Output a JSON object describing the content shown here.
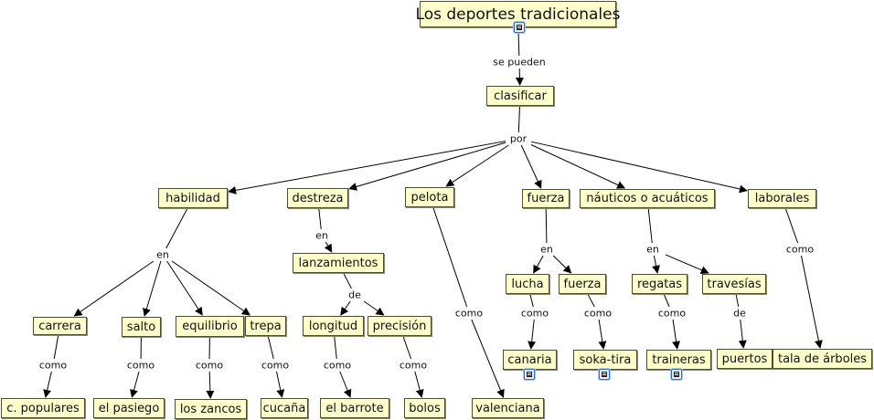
{
  "title": "Los deportes tradicionales",
  "nodes": {
    "root": "Los deportes tradicionales",
    "clasificar": "clasificar",
    "habilidad": "habilidad",
    "destreza": "destreza",
    "pelota": "pelota",
    "fuerza": "fuerza",
    "nauticos": "náuticos o acuáticos",
    "laborales": "laborales",
    "lanzamientos": "lanzamientos",
    "lucha": "lucha",
    "fuerza2": "fuerza",
    "regatas": "regatas",
    "travesias": "travesías",
    "carrera": "carrera",
    "salto": "salto",
    "equilibrio": "equilibrio",
    "trepa": "trepa",
    "longitud": "longitud",
    "precision": "precisión",
    "canaria": "canaria",
    "sokatira": "soka-tira",
    "traineras": "traineras",
    "puertos": "puertos",
    "tala": "tala de árboles",
    "cpopulares": "c. populares",
    "pasiego": "el pasiego",
    "zancos": "los zancos",
    "cucana": "cucaña",
    "barrote": "el barrote",
    "bolos": "bolos",
    "valenciana": "valenciana"
  },
  "links": {
    "se_pueden": "se pueden",
    "por": "por",
    "en_habilidad": "en",
    "en_destreza": "en",
    "de_lanzamientos": "de",
    "como_pelota": "como",
    "en_fuerza": "en",
    "en_nauticos": "en",
    "como_laborales": "como",
    "como_carrera": "como",
    "como_salto": "como",
    "como_equilibrio": "como",
    "como_trepa": "como",
    "como_longitud": "como",
    "como_precision": "como",
    "como_lucha": "como",
    "como_fuerza2": "como",
    "como_regatas": "como",
    "de_travesias": "de"
  },
  "resource_icons": [
    "document-icon-root",
    "document-icon-canaria",
    "document-icon-sokatira",
    "document-icon-traineras"
  ]
}
